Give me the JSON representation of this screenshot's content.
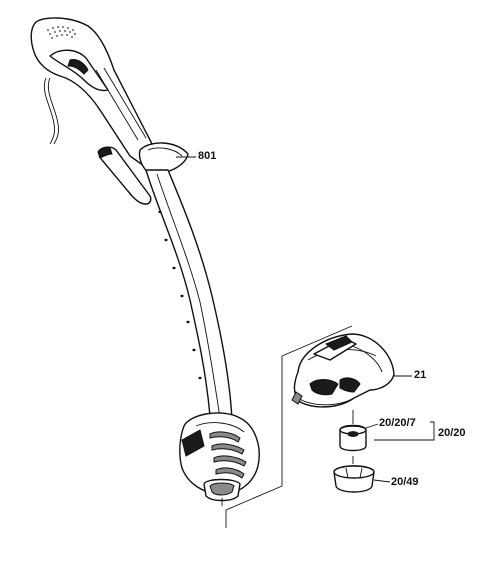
{
  "parts": {
    "housing": "801",
    "guard": "21",
    "spool_upper": "20/20/7",
    "spool_group": "20/20",
    "spool_cap": "20/49"
  }
}
